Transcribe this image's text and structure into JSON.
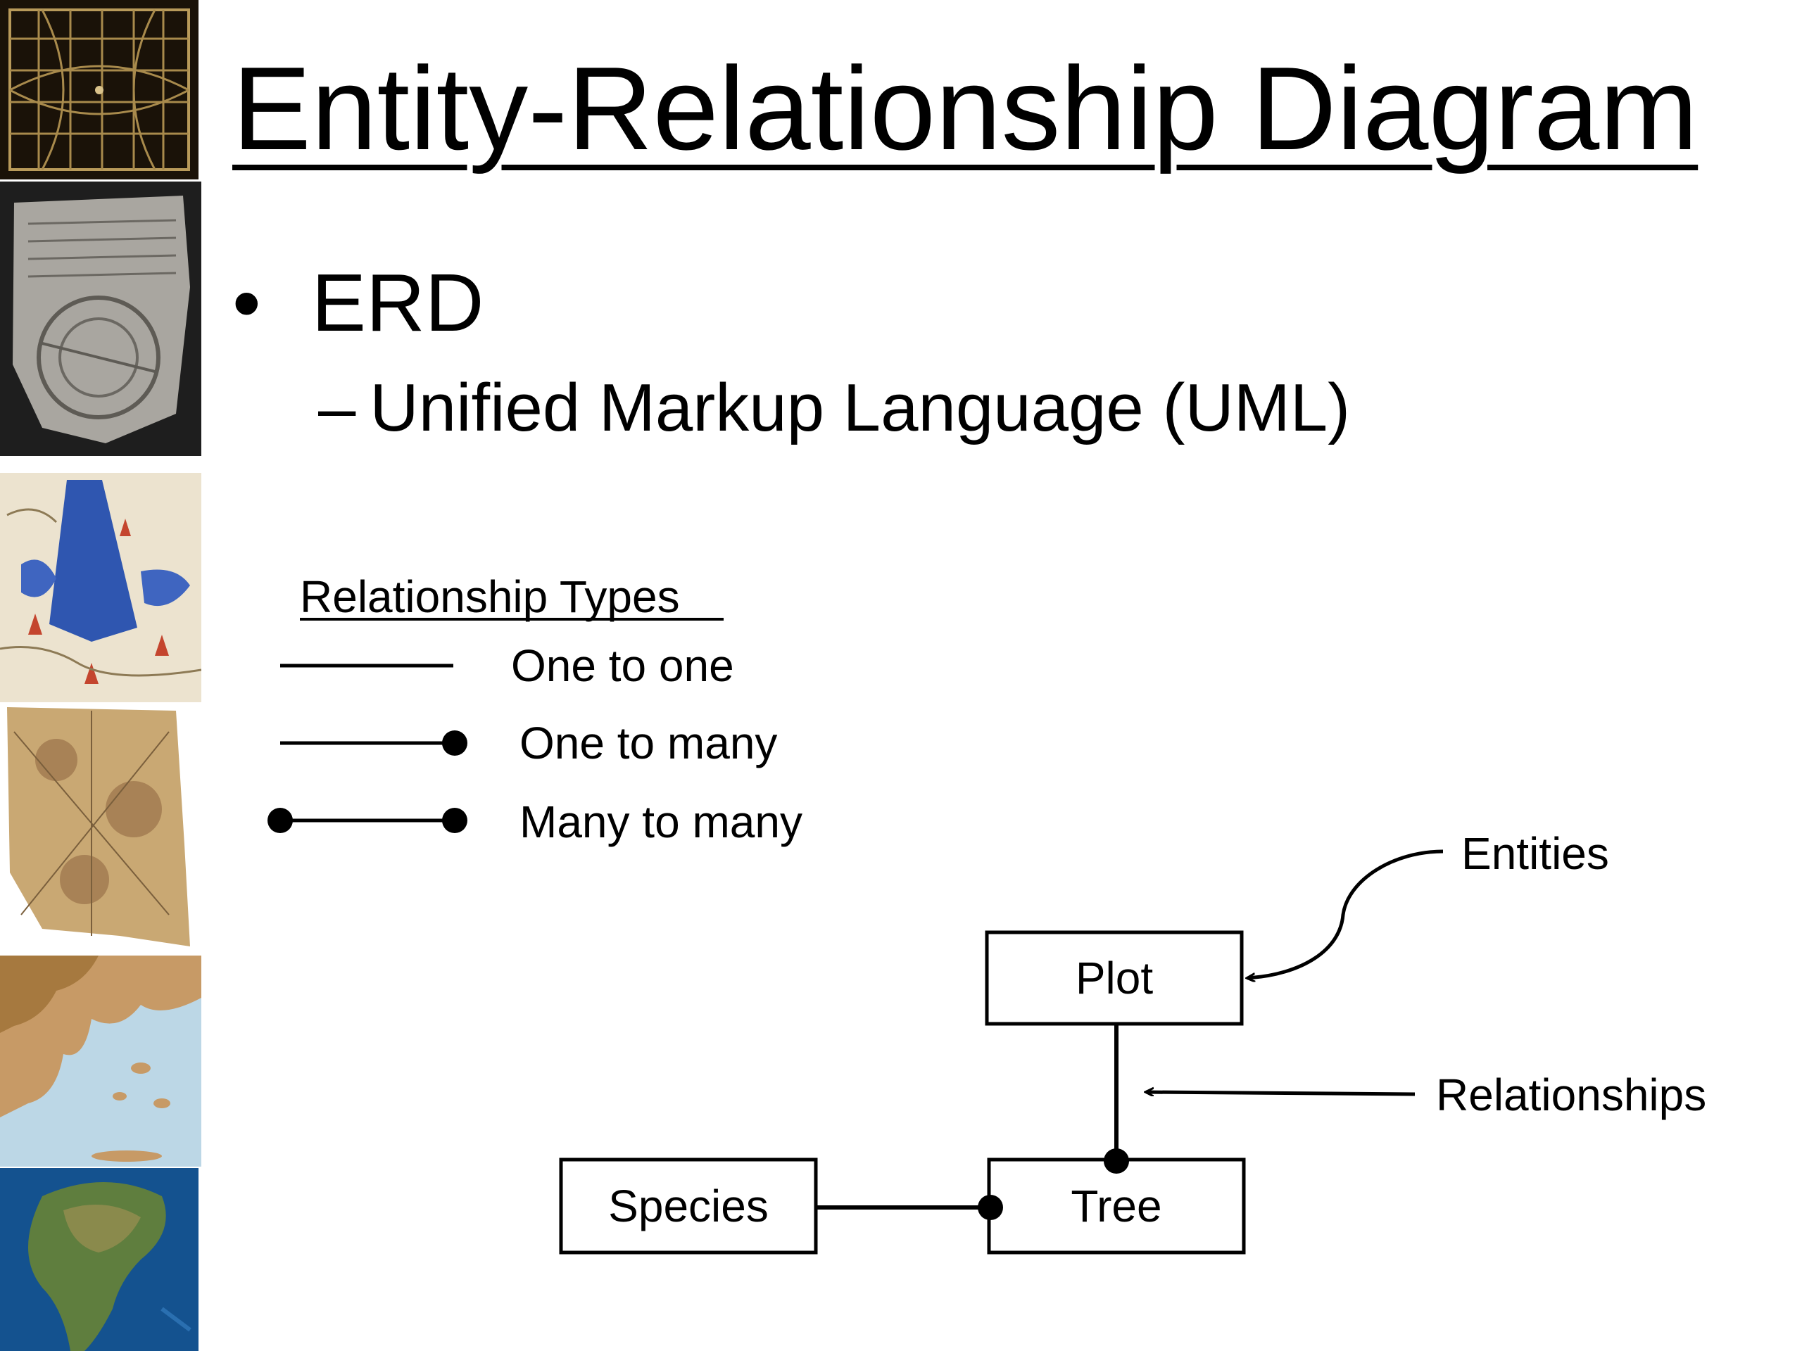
{
  "title": "Entity-Relationship Diagram",
  "bullets": {
    "level1": {
      "marker": "•",
      "text": "ERD"
    },
    "level2": {
      "marker": "–",
      "text": "Unified Markup Language (UML)"
    }
  },
  "legend": {
    "heading": "Relationship Types",
    "items": [
      {
        "label": "One to one"
      },
      {
        "label": "One to many"
      },
      {
        "label": "Many to many"
      }
    ]
  },
  "diagram": {
    "entities": {
      "plot": "Plot",
      "tree": "Tree",
      "species": "Species"
    },
    "annotations": {
      "entities": "Entities",
      "relationships": "Relationships"
    }
  },
  "thumbnails": [
    {
      "icon": "grid-map-thumbnail"
    },
    {
      "icon": "clay-tablet-map-thumbnail"
    },
    {
      "icon": "medieval-map-thumbnail"
    },
    {
      "icon": "parchment-map-thumbnail"
    },
    {
      "icon": "aegean-map-thumbnail"
    },
    {
      "icon": "globe-north-america-thumbnail"
    }
  ]
}
